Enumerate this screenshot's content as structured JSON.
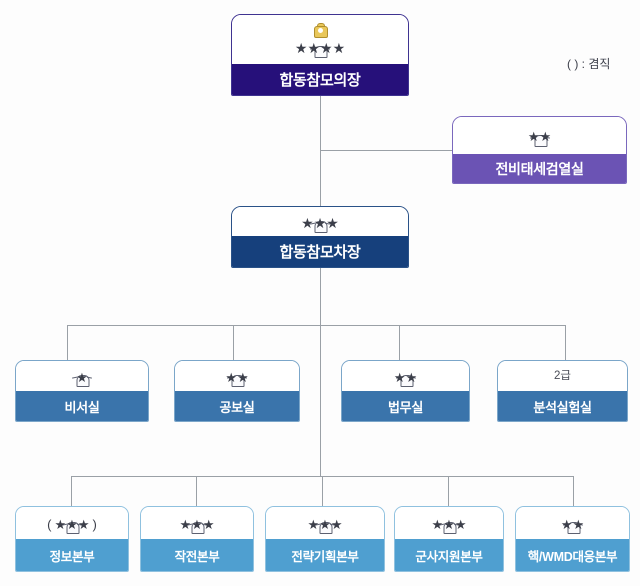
{
  "legend": {
    "text": "( ) : 겸직"
  },
  "colors": {
    "chairman_band": "#26107a",
    "inspection_band": "#6b53b4",
    "vice_band": "#16407c",
    "office_band": "#3a74ab",
    "hq_band": "#4f9fd0",
    "connector": "#9aa0a6",
    "star": "#3c3f4a",
    "crest_gold": "#e9c75a"
  },
  "nodes": {
    "chairman": {
      "title": "합동참모의장",
      "stars": 4,
      "has_crest": true,
      "parenthesized": false,
      "grade_text": ""
    },
    "inspection": {
      "title": "전비태세검열실",
      "stars": 2,
      "has_crest": false,
      "parenthesized": false,
      "grade_text": ""
    },
    "vice_chairman": {
      "title": "합동참모차장",
      "stars": 3,
      "has_crest": false,
      "parenthesized": false,
      "grade_text": ""
    }
  },
  "offices": [
    {
      "title": "비서실",
      "stars": 1,
      "grade_text": "",
      "parenthesized": false
    },
    {
      "title": "공보실",
      "stars": 2,
      "grade_text": "",
      "parenthesized": false
    },
    {
      "title": "법무실",
      "stars": 2,
      "grade_text": "",
      "parenthesized": false
    },
    {
      "title": "분석실험실",
      "stars": 0,
      "grade_text": "2급",
      "parenthesized": false
    }
  ],
  "headquarters": [
    {
      "title": "정보본부",
      "stars": 3,
      "grade_text": "",
      "parenthesized": true
    },
    {
      "title": "작전본부",
      "stars": 3,
      "grade_text": "",
      "parenthesized": false
    },
    {
      "title": "전략기획본부",
      "stars": 3,
      "grade_text": "",
      "parenthesized": false
    },
    {
      "title": "군사지원본부",
      "stars": 3,
      "grade_text": "",
      "parenthesized": false
    },
    {
      "title": "핵/WMD대응본부",
      "stars": 2,
      "grade_text": "",
      "parenthesized": false
    }
  ]
}
